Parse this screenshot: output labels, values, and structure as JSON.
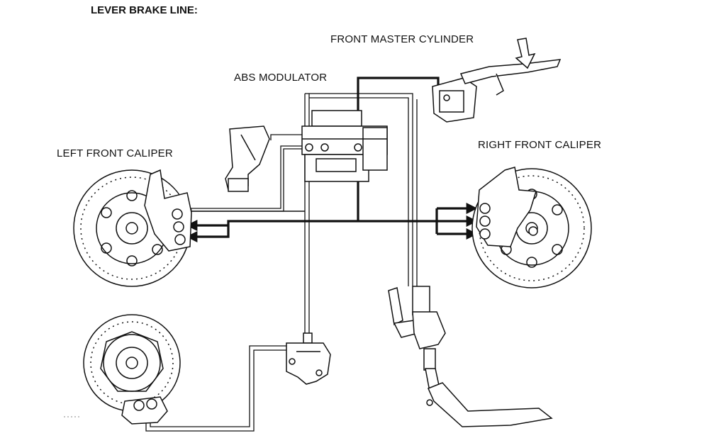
{
  "title": "LEVER BRAKE LINE:",
  "labels": {
    "front_master_cylinder": "FRONT MASTER CYLINDER",
    "abs_modulator": "ABS MODULATOR",
    "left_front_caliper": "LEFT FRONT CALIPER",
    "right_front_caliper": "RIGHT FRONT CALIPER"
  },
  "colors": {
    "ink": "#111111",
    "paper": "#ffffff"
  }
}
